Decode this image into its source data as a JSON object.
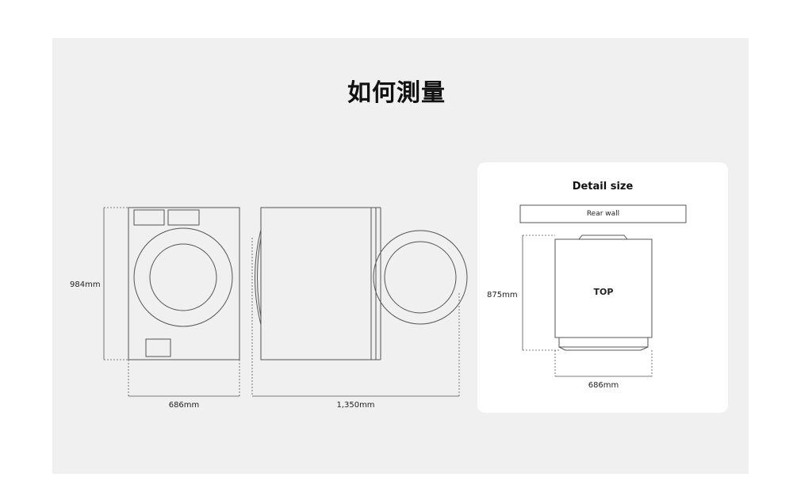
{
  "title": "如何測量",
  "front_view": {
    "height_label": "984mm",
    "width_label": "686mm"
  },
  "side_view": {
    "depth_label": "1,350mm"
  },
  "detail": {
    "title": "Detail size",
    "rear_wall_label": "Rear wall",
    "top_label": "TOP",
    "depth_label": "875mm",
    "width_label": "686mm"
  },
  "colors": {
    "panel_bg": "#f0f0f0",
    "card_bg": "#ffffff",
    "line": "#555555",
    "text": "#222222"
  }
}
